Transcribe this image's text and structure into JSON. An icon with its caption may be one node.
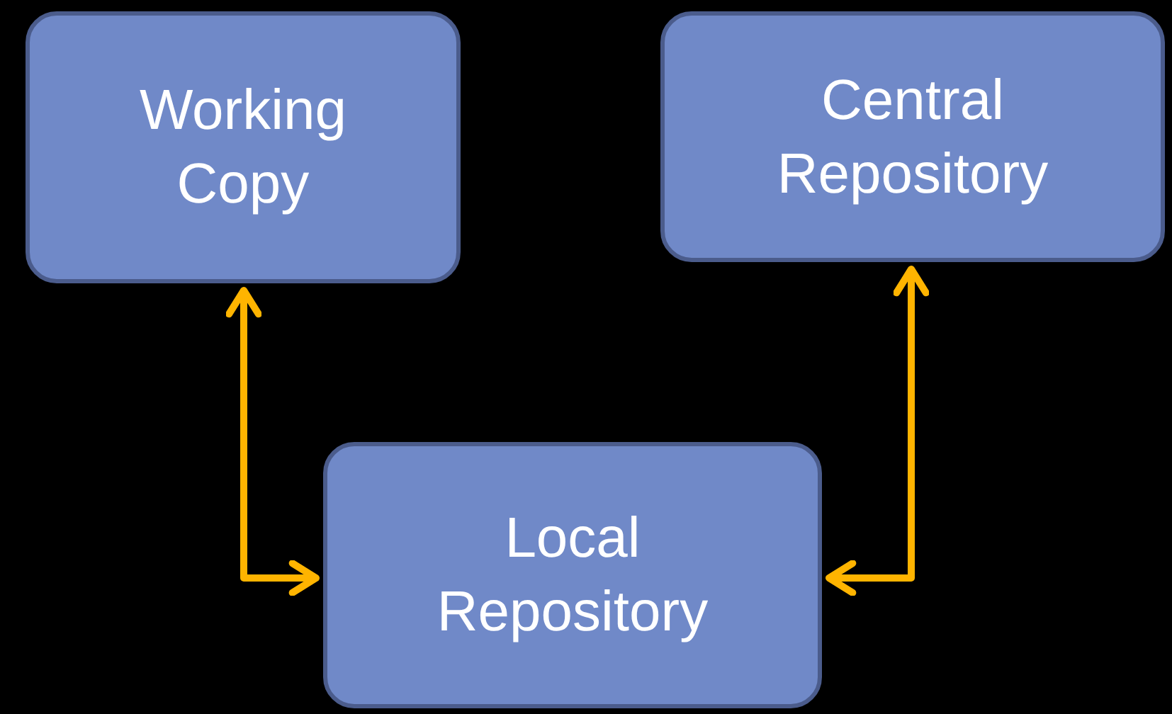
{
  "diagram": {
    "nodes": [
      {
        "text": [
          "Working Copy"
        ]
      },
      {
        "text": [
          "Central Repository"
        ]
      },
      {
        "text": [
          "Local Repository"
        ]
      }
    ],
    "edges": [
      {
        "from": 0,
        "to": 2,
        "arrow": "both"
      },
      {
        "from": 1,
        "to": 2,
        "arrow": "both"
      }
    ]
  }
}
